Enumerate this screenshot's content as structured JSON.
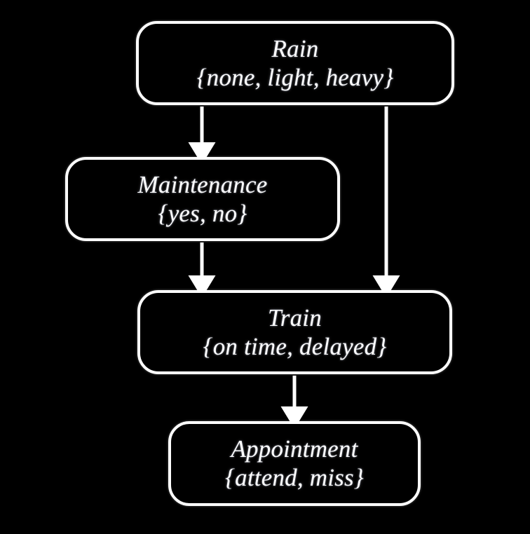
{
  "diagram": {
    "type": "bayesian-network",
    "background_color": "#000000",
    "node_border_color": "#ffffff",
    "text_color": "#ffffff",
    "nodes": [
      {
        "id": "rain",
        "title": "Rain",
        "states": "{none, light, heavy}",
        "state_list": [
          "none",
          "light",
          "heavy"
        ]
      },
      {
        "id": "maintenance",
        "title": "Maintenance",
        "states": "{yes, no}",
        "state_list": [
          "yes",
          "no"
        ]
      },
      {
        "id": "train",
        "title": "Train",
        "states": "{on time, delayed}",
        "state_list": [
          "on time",
          "delayed"
        ]
      },
      {
        "id": "appointment",
        "title": "Appointment",
        "states": "{attend, miss}",
        "state_list": [
          "attend",
          "miss"
        ]
      }
    ],
    "edges": [
      {
        "id": "rain-to-maintenance",
        "from": "rain",
        "to": "maintenance"
      },
      {
        "id": "rain-to-train",
        "from": "rain",
        "to": "train"
      },
      {
        "id": "maintenance-to-train",
        "from": "maintenance",
        "to": "train"
      },
      {
        "id": "train-to-appointment",
        "from": "train",
        "to": "appointment"
      }
    ]
  }
}
